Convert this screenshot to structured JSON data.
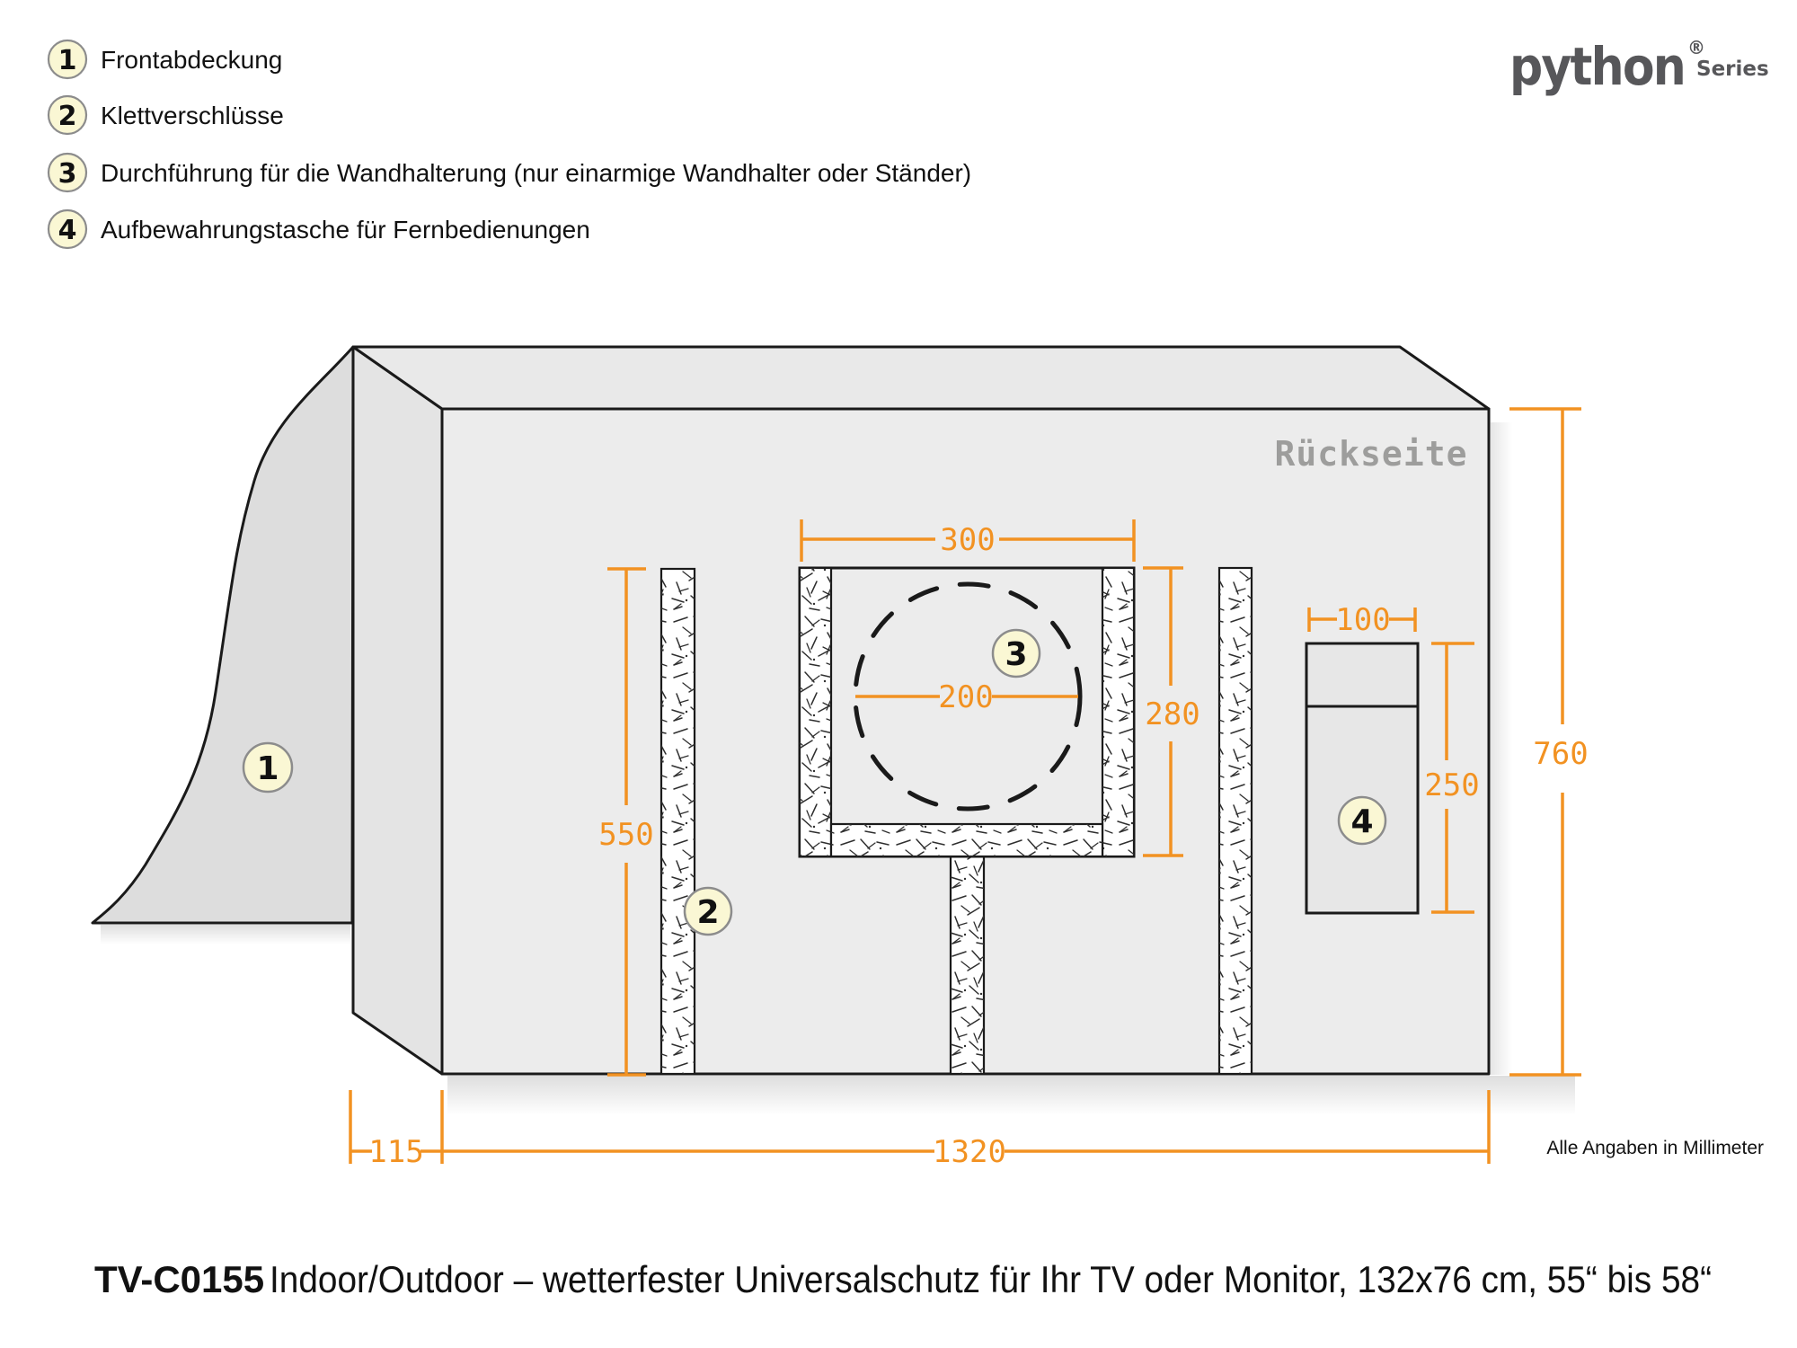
{
  "legend": {
    "items": [
      {
        "num": "1",
        "label": "Frontabdeckung"
      },
      {
        "num": "2",
        "label": "Klettverschlüsse"
      },
      {
        "num": "3",
        "label": "Durchführung für die Wandhalterung (nur einarmige Wandhalter oder Ständer)"
      },
      {
        "num": "4",
        "label": "Aufbewahrungstasche für Fernbedienungen"
      }
    ]
  },
  "logo": {
    "brand": "python",
    "registered": "®",
    "series": "Series"
  },
  "diagram": {
    "back_label": "Rückseite",
    "units_note": "Alle Angaben in Millimeter",
    "badges": {
      "b1": "1",
      "b2": "2",
      "b3": "3",
      "b4": "4"
    },
    "dims": {
      "bracket_width": "300",
      "hole_diameter": "200",
      "bracket_height": "280",
      "velcro_length": "550",
      "pocket_width": "100",
      "pocket_height": "250",
      "cover_height": "760",
      "side_depth": "115",
      "cover_width": "1320"
    }
  },
  "footer": {
    "sku": "TV-C0155",
    "description": "Indoor/Outdoor – wetterfester Universalschutz für Ihr TV oder Monitor, 132x76 cm, 55“ bis 58“"
  },
  "colors": {
    "accent": "#F29222",
    "badge_fill": "#FAF7D4",
    "badge_stroke": "#8C8C8C",
    "outline": "#1A1A1A",
    "face_front": "#ECECEC",
    "face_top": "#E9E9E9",
    "face_side": "#E4E4E4",
    "flap": "#DDDDDD",
    "back_text": "#9D9D9C",
    "logo": "#57575A"
  }
}
